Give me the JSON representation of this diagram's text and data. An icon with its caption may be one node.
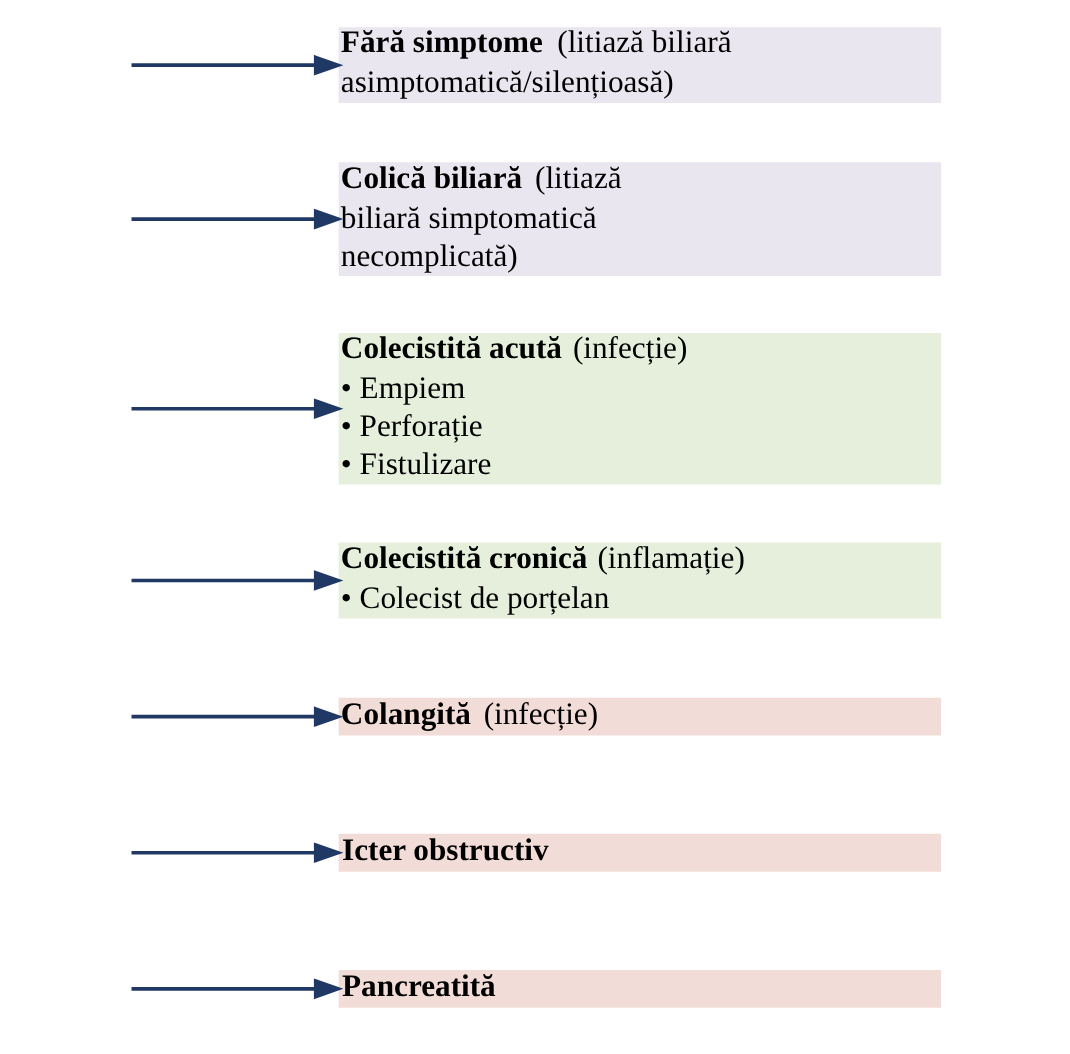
{
  "diagram": {
    "nodes": [
      {
        "text": [
          "**Fără simptome** (litiază biliară asimptomatică/silențioasă)"
        ]
      },
      {
        "text": [
          "**Colică biliară** (litiază biliară simptomatică necomplicată)"
        ]
      },
      {
        "text": [
          "**Colecistită acută** (infecție)",
          "• Empiem",
          "• Perforație",
          "• Fistulizare"
        ]
      },
      {
        "text": [
          "**Colecistită cronică** (inflamație)",
          "• Colecist de porțelan"
        ]
      },
      {
        "text": [
          "**Colangită** (infecție)"
        ]
      },
      {
        "text": [
          "Icter obstructiv"
        ]
      },
      {
        "text": [
          "Pancreatită"
        ]
      }
    ],
    "edges": [
      {
        "from": null,
        "to": 0,
        "arrow": "to"
      },
      {
        "from": null,
        "to": 1,
        "arrow": "to"
      },
      {
        "from": null,
        "to": 2,
        "arrow": "to"
      },
      {
        "from": null,
        "to": 3,
        "arrow": "to"
      },
      {
        "from": null,
        "to": 4,
        "arrow": "to"
      },
      {
        "from": null,
        "to": 5,
        "arrow": "to"
      },
      {
        "from": null,
        "to": 6,
        "arrow": "to"
      }
    ]
  }
}
